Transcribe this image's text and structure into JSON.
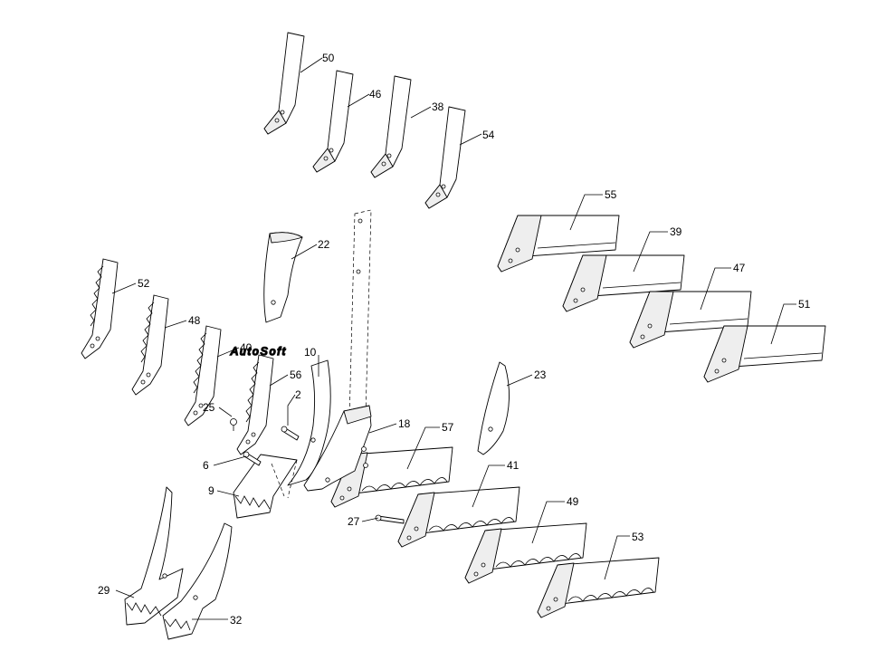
{
  "watermark": "AutoSoft",
  "labels": {
    "p50": "50",
    "p46": "46",
    "p38": "38",
    "p54": "54",
    "p55": "55",
    "p39": "39",
    "p47": "47",
    "p51": "51",
    "p22": "22",
    "p52": "52",
    "p48": "48",
    "p40": "40",
    "p10": "10",
    "p56": "56",
    "p23": "23",
    "p25": "25",
    "p2": "2",
    "p18": "18",
    "p57": "57",
    "p6": "6",
    "p41": "41",
    "p9": "9",
    "p27": "27",
    "p49": "49",
    "p53": "53",
    "p29": "29",
    "p32": "32"
  }
}
